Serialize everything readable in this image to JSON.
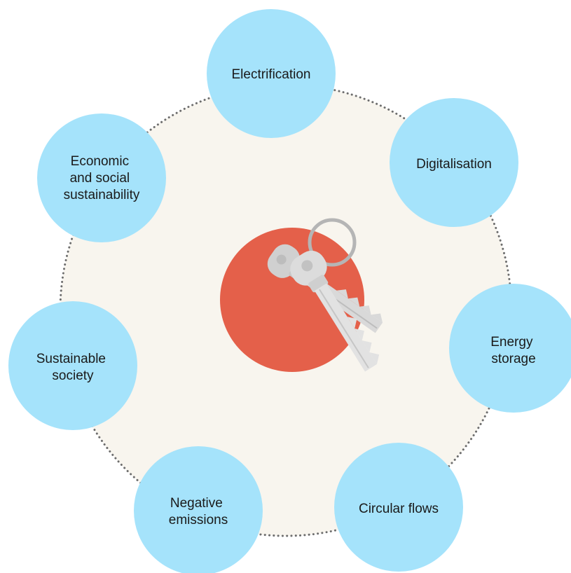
{
  "diagram": {
    "colors": {
      "node_fill": "#a5e3fb",
      "background_disc": "#f8f5ee",
      "dotted_ring": "#6d6d6d",
      "center_disc": "#e4604a",
      "key_body": "#d9d9d9",
      "key_ring": "#b5b5b5"
    },
    "center_icon": "keys-icon",
    "nodes": [
      {
        "id": "electrification",
        "lines": [
          "Electrification"
        ]
      },
      {
        "id": "digitalisation",
        "lines": [
          "Digitalisation"
        ]
      },
      {
        "id": "energy-storage",
        "lines": [
          "Energy",
          "storage"
        ]
      },
      {
        "id": "circular-flows",
        "lines": [
          "Circular flows"
        ]
      },
      {
        "id": "negative-emissions",
        "lines": [
          "Negative",
          "emissions"
        ]
      },
      {
        "id": "sustainable-society",
        "lines": [
          "Sustainable",
          "society"
        ]
      },
      {
        "id": "economic-social-sustainability",
        "lines": [
          "Economic",
          "and social",
          "sustainability"
        ]
      }
    ]
  }
}
